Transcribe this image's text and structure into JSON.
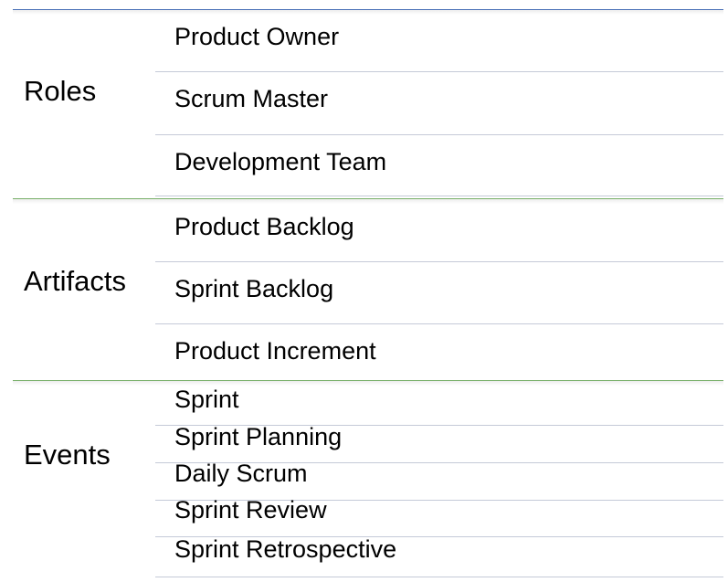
{
  "colors": {
    "roles_accent": "#4a72b8",
    "artifacts_accent": "#78b06a",
    "events_accent": "#78b06a",
    "divider": "#c5cad8"
  },
  "groups": [
    {
      "label": "Roles",
      "items": [
        "Product Owner",
        "Scrum Master",
        "Development Team"
      ]
    },
    {
      "label": "Artifacts",
      "items": [
        "Product Backlog",
        "Sprint Backlog",
        "Product Increment"
      ]
    },
    {
      "label": "Events",
      "items": [
        "Sprint",
        "Sprint Planning",
        "Daily Scrum",
        "Sprint Review",
        "Sprint Retrospective"
      ]
    }
  ]
}
